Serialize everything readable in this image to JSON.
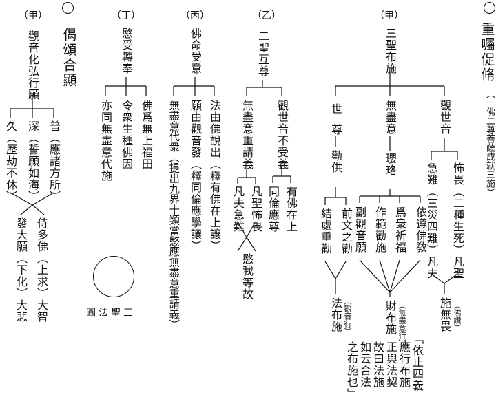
{
  "intro": {
    "title": "重囑促脩",
    "subtitle": "（一佛二尊菩薩成就三施）"
  },
  "jia": {
    "header": "（甲）",
    "topic": "三聖布施",
    "b1": "觀世音",
    "b1a": "怖畏（二種生死）凡聖",
    "b1b": "急難（三災四難）凡夫",
    "b1r": "施無畏",
    "b1rn": "（佛讚）",
    "b2": "無盡意",
    "b2c": "瓔珞",
    "b2a": "依遵佛敎",
    "b2b": "爲衆祈福",
    "b2d": "作範勸施",
    "b2e": "副觀音願",
    "b2r": "財布施",
    "b2rn": "（無盡意行）",
    "b3a": "世",
    "b3b": "尊",
    "b3c": "勸供",
    "b3d": "前文之勸",
    "b3e": "結處重勸",
    "b3r": "法布施",
    "b3rn": "（觀音行）",
    "quote": [
      "「依止四義",
      "應行布施",
      "正與法契",
      "故曰法施",
      "如云合法",
      "之布施也」"
    ]
  },
  "yi": {
    "header": "（乙）",
    "topic": "二聖互尊",
    "a": "觀世音不受義",
    "a1": "有佛在上",
    "a2": "同倫應尊",
    "b": "無盡意重請義",
    "b1": "凡聖怖畏",
    "b2": "凡夫急難",
    "r": "愍我等故"
  },
  "bing": {
    "header": "（丙）",
    "topic": "佛命受意",
    "a": "法由佛說出（釋有佛在上讓）",
    "b": "願由觀音發（釋同倫應學讓）",
    "c": "無盡意代衆（提出九界十類當愍應無盡意重請義）"
  },
  "ding": {
    "header": "（丁）",
    "topic": "愍受轉奉",
    "a": "佛爲無上福田",
    "b": "令衆生種佛因",
    "c": "亦同無盡意代施",
    "circle_label": "圓法聖三"
  },
  "verse": {
    "title": "偈頌合顯",
    "header": "（甲）",
    "topic": "觀音化弘行願",
    "a": "普（應諸方所）",
    "b": "深（誓願如海）",
    "c": "久（歷劫不休）",
    "r1": "侍多佛（上求）大智",
    "r2": "發大願（下化）大悲"
  }
}
